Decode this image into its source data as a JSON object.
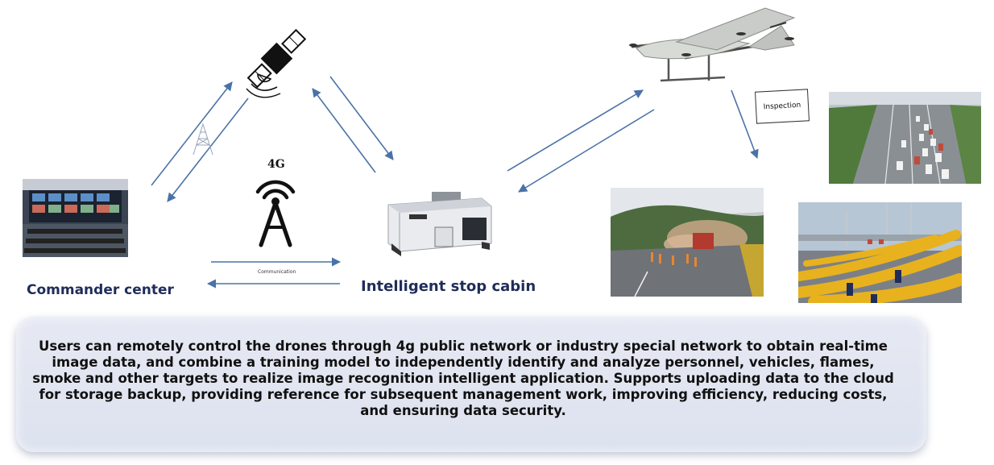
{
  "labels": {
    "commander_center": "Commander center",
    "intelligent_stop_cabin": "Intelligent stop cabin",
    "four_g": "4G",
    "inspection": "Inspection",
    "communication": "Communication"
  },
  "description": "Users can remotely control the drones through 4g public network or industry special network to obtain real-time image data, and combine a training model to independently identify and analyze personnel, vehicles, flames, smoke and other targets to realize image recognition intelligent application. Supports uploading data to the cloud for storage backup, providing reference for subsequent management work, improving efficiency, reducing costs, and ensuring data security.",
  "colors": {
    "arrow": "#4a72a8",
    "label": "#1f2d5a",
    "panel": "#e1e5f0"
  }
}
